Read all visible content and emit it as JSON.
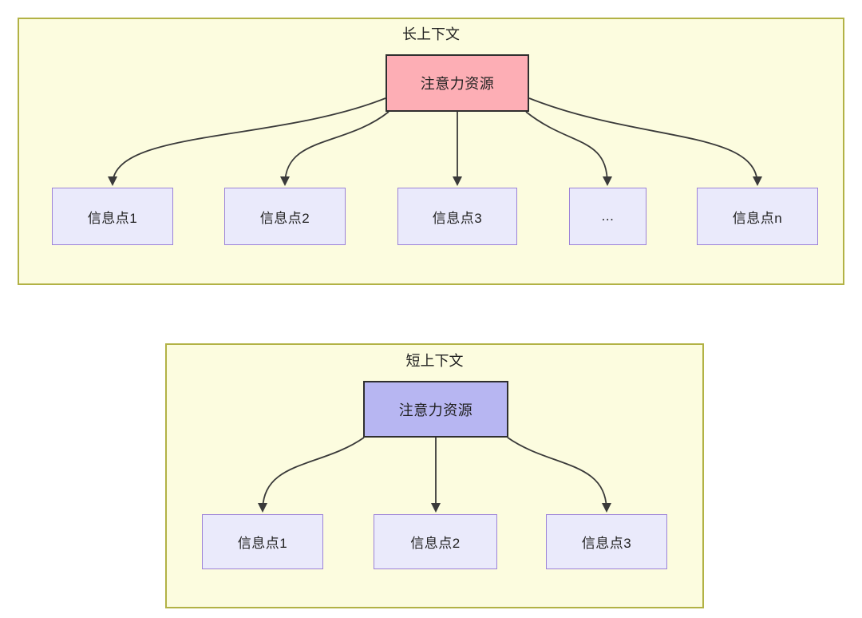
{
  "colors": {
    "page_bg": "#ffffff",
    "group_fill": "#fcfcdf",
    "group_border": "#b2b245",
    "root_long_fill": "#fdaeb5",
    "root_short_fill": "#b7b6f2",
    "root_border": "#2f2f2f",
    "node_fill": "#eaeafb",
    "node_border": "#9c82d8",
    "arrow": "#3a3a3a",
    "text": "#212121"
  },
  "long_context": {
    "title": "长上下文",
    "root_label": "注意力资源",
    "nodes": [
      {
        "label": "信息点1"
      },
      {
        "label": "信息点2"
      },
      {
        "label": "信息点3"
      },
      {
        "label": "..."
      },
      {
        "label": "信息点n"
      }
    ]
  },
  "short_context": {
    "title": "短上下文",
    "root_label": "注意力资源",
    "nodes": [
      {
        "label": "信息点1"
      },
      {
        "label": "信息点2"
      },
      {
        "label": "信息点3"
      }
    ]
  }
}
